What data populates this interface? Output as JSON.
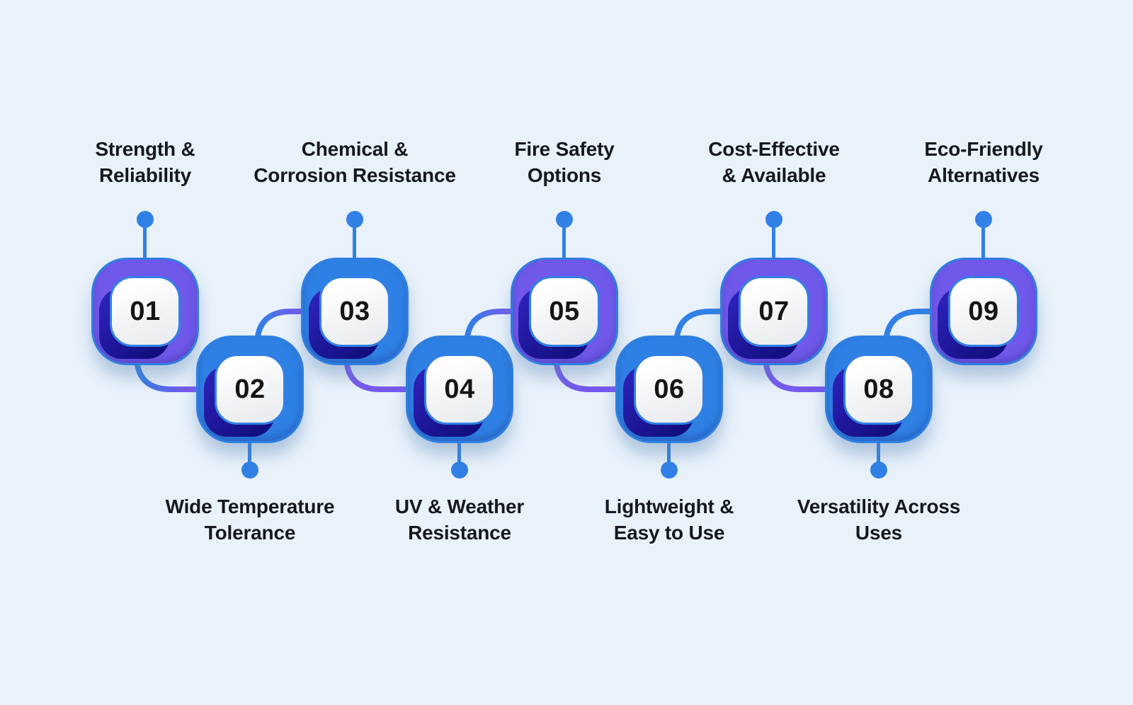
{
  "meta": {
    "type": "process-infographic",
    "step_count": 9,
    "background_color": "#e9f2fb"
  },
  "palette": {
    "blue": "#2f80e4",
    "purple": "#7059ea",
    "connector_blue": "#3180e6",
    "connector_purple": "#7659ee",
    "inner_shadow_navy": "#1a149a",
    "card_white_top": "#ffffff",
    "card_white_bottom": "#e7eaee",
    "text_color": "#16181d",
    "number_color": "#141419"
  },
  "items": [
    {
      "number": "01",
      "label_lines": [
        "Strength &",
        "Reliability"
      ],
      "position": "top",
      "ring_hex": "#7059ea",
      "color": "purple"
    },
    {
      "number": "02",
      "label_lines": [
        "Wide Temperature",
        "Tolerance"
      ],
      "position": "bottom",
      "ring_hex": "#2f80e4",
      "color": "blue"
    },
    {
      "number": "03",
      "label_lines": [
        "Chemical &",
        "Corrosion Resistance"
      ],
      "position": "top",
      "ring_hex": "#2f80e4",
      "color": "blue"
    },
    {
      "number": "04",
      "label_lines": [
        "UV & Weather",
        "Resistance"
      ],
      "position": "bottom",
      "ring_hex": "#2f80e4",
      "color": "blue"
    },
    {
      "number": "05",
      "label_lines": [
        "Fire Safety",
        "Options"
      ],
      "position": "top",
      "ring_hex": "#7059ea",
      "color": "purple"
    },
    {
      "number": "06",
      "label_lines": [
        "Lightweight &",
        "Easy to Use"
      ],
      "position": "bottom",
      "ring_hex": "#2f80e4",
      "color": "blue"
    },
    {
      "number": "07",
      "label_lines": [
        "Cost-Effective",
        "& Available"
      ],
      "position": "top",
      "ring_hex": "#7059ea",
      "color": "purple"
    },
    {
      "number": "08",
      "label_lines": [
        "Versatility Across",
        "Uses"
      ],
      "position": "bottom",
      "ring_hex": "#2f80e4",
      "color": "blue"
    },
    {
      "number": "09",
      "label_lines": [
        "Eco-Friendly",
        "Alternatives"
      ],
      "position": "top",
      "ring_hex": "#7059ea",
      "color": "purple"
    }
  ],
  "connectors": [
    {
      "from": "01",
      "to": "02",
      "gradient": [
        "#3180e6",
        "#7659ee"
      ]
    },
    {
      "from": "02",
      "to": "03",
      "gradient": [
        "#3180e6",
        "#7659ee"
      ]
    },
    {
      "from": "03",
      "to": "04",
      "gradient": [
        "#7659ee",
        "#7659ee"
      ]
    },
    {
      "from": "04",
      "to": "05",
      "gradient": [
        "#3180e6",
        "#7659ee"
      ]
    },
    {
      "from": "05",
      "to": "06",
      "gradient": [
        "#7659ee",
        "#7659ee"
      ]
    },
    {
      "from": "06",
      "to": "07",
      "gradient": [
        "#3180e6",
        "#3180e6"
      ]
    },
    {
      "from": "07",
      "to": "08",
      "gradient": [
        "#7659ee",
        "#7659ee"
      ]
    },
    {
      "from": "08",
      "to": "09",
      "gradient": [
        "#3180e6",
        "#3180e6"
      ]
    }
  ]
}
